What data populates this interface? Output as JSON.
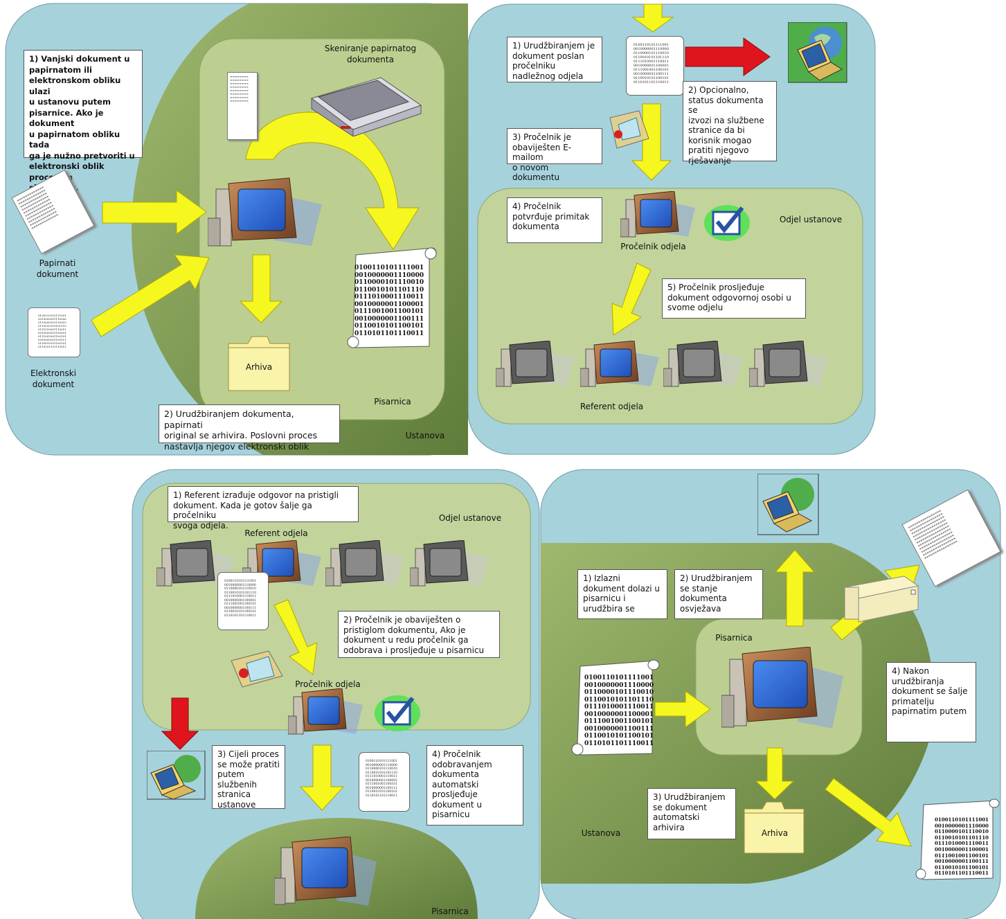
{
  "colors": {
    "outer_bg": "#a6d2dc",
    "ustanova": "#7c9a55",
    "pisarnica": "#bccf90",
    "odjel": "#c2d49c",
    "arrow_yellow": "#f6f71e",
    "arrow_red": "#e0141c",
    "box_border": "#555555"
  },
  "icons": [
    "computer-icon",
    "scanner-icon",
    "laptop-globe-icon",
    "checkmark-icon",
    "megaphone-icon",
    "folder-icon",
    "scroll-icon",
    "paper-document-icon",
    "printer-icon"
  ],
  "binary_lines": [
    "0100110101111001",
    "0010000001110000",
    "0110000101110010",
    "0110010101101110",
    "0111010001110011",
    "0010000001100001",
    "0111001001100101",
    "0010000001100111",
    "0110010101100101",
    "0110101101110011"
  ],
  "panel1": {
    "box1": "1) Vanjski dokument u\npapirnatom  ili\nelektronskom obliku ulazi\nu ustanovu putem\npisarnice. Ako je dokument\nu papirnatom obliku tada\nga je nužno pretvoriti u\nelektronski oblik procesom\nskeniranja.",
    "scan_label": "Skeniranje papirnatog\ndokumenta",
    "papirnati": "Papirnati\ndokument",
    "elektronski": "Elektronski\ndokument",
    "arhiva": "Arhiva",
    "pisarnica": "Pisarnica",
    "ustanova": "Ustanova",
    "box2": "2) Urudžbiranjem dokumenta, papirnati\noriginal se arhivira. Poslovni proces\nnastavlja njegov elektronski oblik"
  },
  "panel2": {
    "box1": "1) Urudžbiranjem je\ndokument poslan\npročelniku\nnadležnog odjela",
    "box2": "2) Opcionalno,\nstatus dokumenta se\nizvozi na službene\nstranice da bi\nkorisnik mogao\npratiti  njegovo\nrješavanje",
    "box3": "3) Pročelnik je\nobaviješten E-mailom\n o novom dokumentu",
    "box4": "4) Pročelnik\npotvrđuje primitak\ndokumenta",
    "odjel": "Odjel ustanove",
    "procelnik": "Pročelnik odjela",
    "box5": "5) Pročelnik prosljeđuje\ndokument odgovornoj osobi u\nsvome odjelu",
    "referent": "Referent odjela"
  },
  "panel3": {
    "box1": "1) Referent izrađuje odgovor na pristigli\ndokument. Kada je gotov šalje ga pročelniku\nsvoga odjela.",
    "odjel": "Odjel ustanove",
    "referent": "Referent odjela",
    "box2": "2) Pročelnik je obaviješten o\npristiglom dokumentu, Ako je\ndokument u redu pročelnik ga\nodobrava i prosljeđuje u pisarnicu",
    "procelnik": "Pročelnik odjela",
    "box3": "3) Cijeli proces\nse može pratiti\nputem\nslužbenih\nstranica\nustanove",
    "box4": "4) Pročelnik\nodobravanjem\ndokumenta\nautomatski\nprosljeđuje\ndokument u\npisarnicu",
    "pisarnica": "Pisarnica"
  },
  "panel4": {
    "box1": "1) Izlazni\ndokument dolazi u\npisarnicu i\nurudžbira se",
    "box2": "2) Urudžbiranjem\nse stanje\ndokumenta\nosvježava",
    "pisarnica": "Pisarnica",
    "box4": "4) Nakon\nurudžbiranja\ndokument se šalje\nprimatelju\npapirnatim putem",
    "box3": "3) Urudžbiranjem\nse dokument\nautomatski\narhivira",
    "ustanova": "Ustanova",
    "arhiva": "Arhiva"
  }
}
